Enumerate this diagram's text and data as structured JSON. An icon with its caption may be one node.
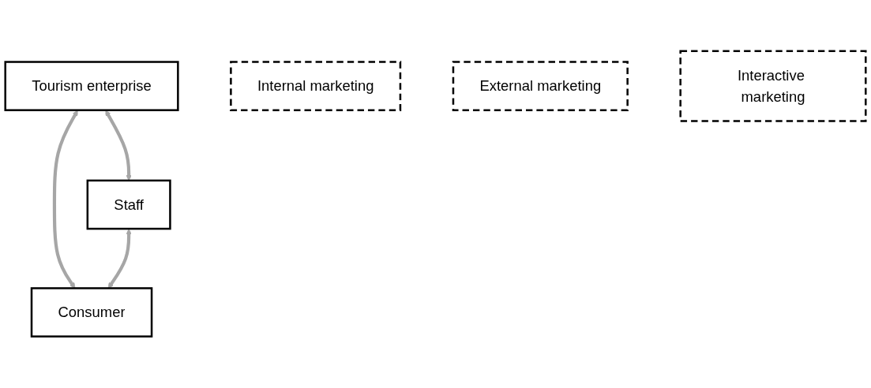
{
  "diagram": {
    "nodes": [
      {
        "text": [
          "Tourism enterprise"
        ]
      },
      {
        "text": [
          "Internal marketing"
        ]
      },
      {
        "text": [
          "External marketing"
        ]
      },
      {
        "text": [
          "Staff"
        ]
      },
      {
        "text": [
          "Consumer"
        ]
      },
      {
        "text": [
          "Interactive marketing"
        ]
      }
    ],
    "edges": [
      {
        "from": 0,
        "to": 3,
        "arrow": "both"
      },
      {
        "from": 0,
        "to": 4,
        "arrow": "both"
      },
      {
        "from": 3,
        "to": 4,
        "arrow": "both"
      }
    ]
  }
}
